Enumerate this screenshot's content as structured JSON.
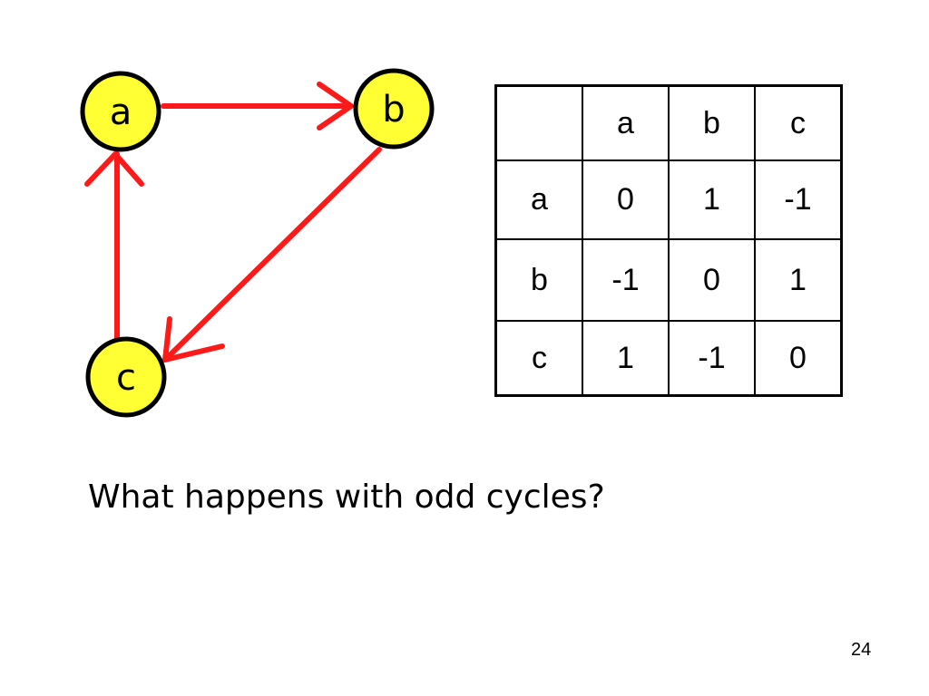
{
  "graph": {
    "nodes": [
      {
        "id": "a",
        "label": "a"
      },
      {
        "id": "b",
        "label": "b"
      },
      {
        "id": "c",
        "label": "c"
      }
    ],
    "edges": [
      {
        "from": "a",
        "to": "b"
      },
      {
        "from": "b",
        "to": "c"
      },
      {
        "from": "c",
        "to": "a"
      }
    ],
    "colors": {
      "node_fill": "#ffff33",
      "node_stroke": "#000000",
      "edge": "#ff1a1a"
    }
  },
  "matrix": {
    "header": [
      "",
      "a",
      "b",
      "c"
    ],
    "rows": [
      {
        "label": "a",
        "values": [
          "0",
          "1",
          "-1"
        ]
      },
      {
        "label": "b",
        "values": [
          "-1",
          "0",
          "1"
        ]
      },
      {
        "label": "c",
        "values": [
          "1",
          "-1",
          "0"
        ]
      }
    ]
  },
  "question": "What happens with odd cycles?",
  "page_number": "24"
}
